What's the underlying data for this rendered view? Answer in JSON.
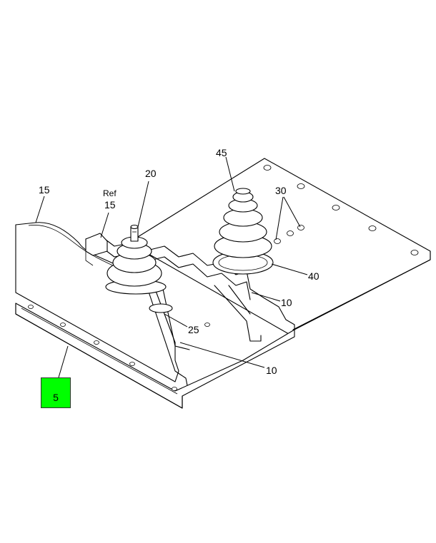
{
  "callouts": {
    "c45": "45",
    "c20": "20",
    "c15a": "15",
    "ref": "Ref",
    "c15b": "15",
    "c30": "30",
    "c40": "40",
    "c10a": "10",
    "c25": "25",
    "c10b": "10"
  },
  "highlight": {
    "label": "5",
    "color": "#00ff00"
  }
}
